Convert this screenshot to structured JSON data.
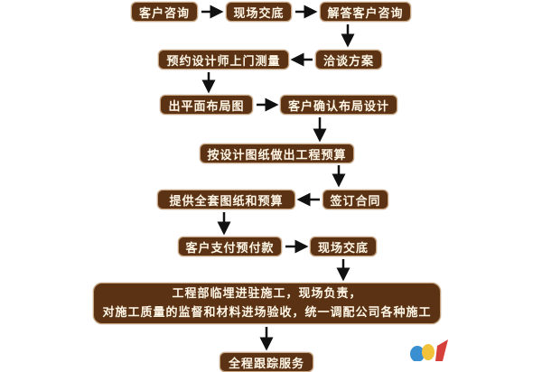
{
  "steps": [
    "客户咨询",
    "现场交底",
    "解答客户咨询",
    "洽谈方案",
    "预约设计师上门测量",
    "出平面布局图",
    "客户确认布局设计",
    "按设计图纸做出工程预算",
    "签订合同",
    "提供全套图纸和预算",
    "客户支付预付款",
    "现场交底"
  ],
  "construction": {
    "line1": "工程部临埋进驻施工，现场负责，",
    "line2": "对施工质量的监督和材料进场验收，统一调配公司各种施工"
  },
  "final_step": "全程跟踪服务",
  "colors": {
    "box": "#5b3213",
    "text": "#fff6e6",
    "arrow": "#111111"
  }
}
